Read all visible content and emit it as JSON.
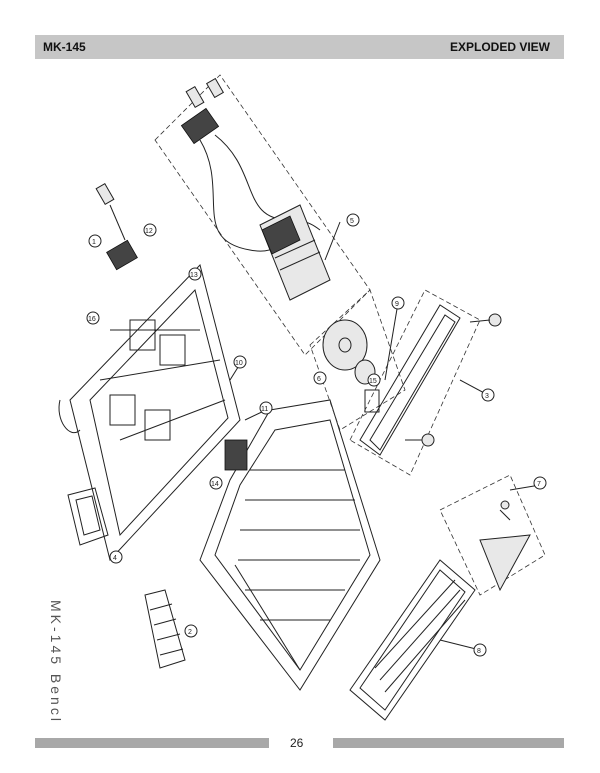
{
  "header": {
    "model": "MK-145",
    "section": "EXPLODED VIEW"
  },
  "side_label": "MK-145 Bencl",
  "footer": {
    "page_number": "26"
  },
  "callouts": [
    {
      "id": "c1",
      "label": "1"
    },
    {
      "id": "c2",
      "label": "2"
    },
    {
      "id": "c3",
      "label": "3"
    },
    {
      "id": "c4",
      "label": "4"
    },
    {
      "id": "c5",
      "label": "5"
    },
    {
      "id": "c6",
      "label": "6"
    },
    {
      "id": "c7",
      "label": "7"
    },
    {
      "id": "c8",
      "label": "8"
    },
    {
      "id": "c9",
      "label": "9"
    },
    {
      "id": "c10",
      "label": "10"
    },
    {
      "id": "c11",
      "label": "11"
    },
    {
      "id": "c12",
      "label": "12"
    },
    {
      "id": "c13",
      "label": "13"
    },
    {
      "id": "c14",
      "label": "14"
    },
    {
      "id": "c15",
      "label": "15"
    },
    {
      "id": "c16",
      "label": "16"
    }
  ]
}
